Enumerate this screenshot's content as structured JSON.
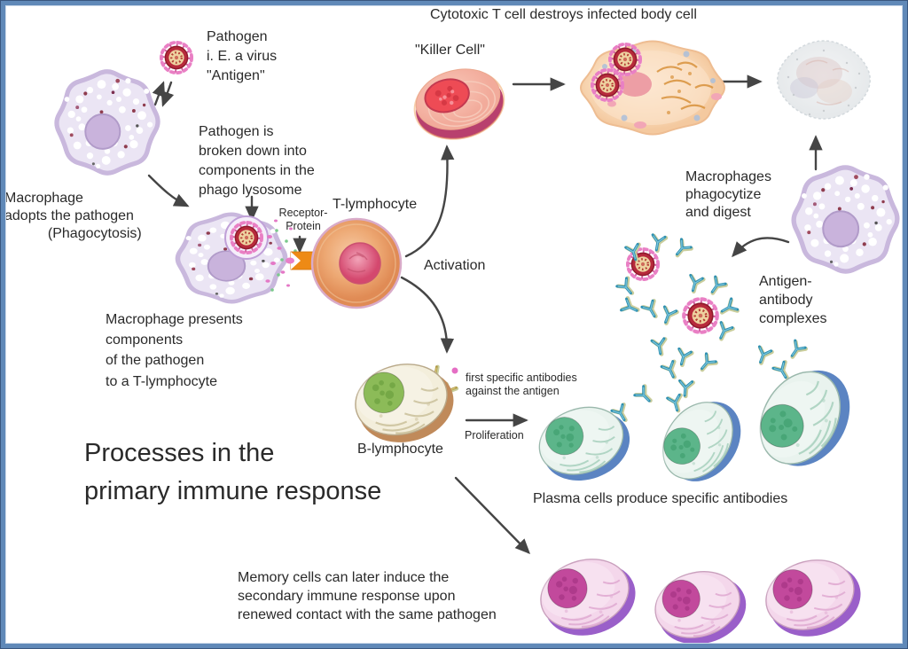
{
  "frame": {
    "background": "#ffffff"
  },
  "title": "Processes in the\nprimary immune response",
  "headings": {
    "cytotoxic": "Cytotoxic T cell destroys infected body cell"
  },
  "labels": {
    "pathogen": "Pathogen\ni. E. a virus\n\"Antigen\"",
    "macrophage_adopts": "Macrophage\nadopts the pathogen\n           (Phagocytosis)",
    "pathogen_broken_down": "Pathogen is\nbroken down into\ncomponents in the\nphago lysosome",
    "receptor_protein": "Receptor-\nProtein",
    "t_lymphocyte": "T-lymphocyte",
    "killer_cell": "\"Killer Cell\"",
    "activation": "Activation",
    "macrophage_presents": "Macrophage presents\ncomponents\nof the pathogen\nto a T-lymphocyte",
    "macrophages_phagocytize": "Macrophages\nphagocytize\nand digest",
    "antigen_antibody_complexes": "Antigen-\nantibody\ncomplexes",
    "b_lymphocyte": "B-lymphocyte",
    "first_specific_antibodies": "first specific antibodies\nagainst the antigen",
    "proliferation": "Proliferation",
    "plasma_cells": "Plasma cells produce specific antibodies",
    "memory_cells": "Memory cells can later induce the\nsecondary immune response upon\nrenewed contact with the same pathogen"
  },
  "entities": [
    "macrophage",
    "pathogen-virus",
    "t-lymphocyte",
    "killer-cell",
    "infected-body-cell",
    "destroyed-cell",
    "b-lymphocyte",
    "plasma-cell",
    "memory-cell",
    "antibody",
    "receptor-protein"
  ],
  "colors": {
    "background": "#ffffff",
    "frame_border": "#6089b8",
    "frame_border_dark": "#39567e",
    "text": "#2a2a2a",
    "arrow": "#454545",
    "macrophage_body": "#ebe5f4",
    "macrophage_rim": "#c9b8dd",
    "macrophage_nucleus": "#c9b3dc",
    "virus_capsid": "#b72a3c",
    "virus_spike": "#e97fc4",
    "virus_core": "#eed2a0",
    "t_cell_body": "#eda873",
    "t_cell_nucleus": "#d4486e",
    "killer_body": "#f2ab9b",
    "killer_rim": "#b8406e",
    "killer_nucleus": "#ee4b55",
    "infected_body": "#f8d8b6",
    "destroyed_body": "#e9ecee",
    "b_cell_rim": "#c08a5a",
    "b_cell_nucleus": "#8cbb58",
    "plasma_rim": "#5b84c2",
    "plasma_nucleus": "#5cb58a",
    "memory_rim": "#9a5fc9",
    "memory_nucleus": "#c2499c",
    "antibody": "#2e8fb0",
    "receptor_orange": "#ee8a15"
  }
}
